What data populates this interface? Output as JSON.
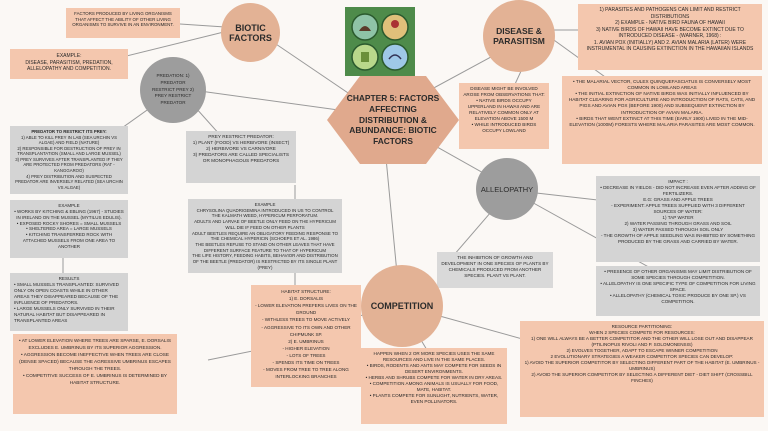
{
  "center": {
    "title": "CHAPTER 5: FACTORS AFFECTING DISTRIBUTION & ABUNDANCE: BIOTIC FACTORS"
  },
  "nodes": {
    "biotic": "BIOTIC FACTORS",
    "disease": "DISEASE & PARASITISM",
    "predation": "PREDATION: 1) PREDATOR RESTRICT PREY 2) PREY RESTRICT PREDATOR",
    "allelopathy": "ALLELOPATHY",
    "competition": "COMPETITION"
  },
  "biotic_def": "FACTORS PRODUCED BY LIVING ORGANISMS THAT AFFECT THE ABILITY OF OTHER LIVING ORGANISMS TO SURVIVE IN AN ENVIRONMENT.",
  "biotic_example": [
    "EXAMPLE:",
    "DISEASE, PARASITISM, PREDATION, ALLELOPATHY AND COMPETITION."
  ],
  "disease_top": [
    "1) PARASITES AND PATHOGENS CAN LIMIT AND RESTRICT DISTRIBUTIONS",
    "2) EXAMPLE - NATIVE BIRD FAUNA OF HAWAII",
    "3) NATIVE BIRDS OF HAWAII HAVE BECOME EXTINCT DUE TO INTRODUCED DISEASE - (WARNER, 1968) :",
    "1. AVIAN POX (INITIALLY) AND 2. AVIAN MALARIA (LATER) WERE INSTRUMENTAL IN CAUSING EXTINCTION IN THE HAWAIIAN ISLANDS"
  ],
  "disease_mid": [
    "DISEASE MIGHT BE INVOLVED AROSE FROM OBSERVATIONS THAT:",
    "• NATIVE BIRDS OCCUPY UPPERLAND IN HAWAII AND ARE RELATIVELY COMMON ONLY AT ELEVATION ABOVE 1500 M",
    "• WHILE INTRODUCED BIRDS OCCUPY LOWLAND"
  ],
  "disease_right": [
    "• THE MALARIAL VECTOR, CULEX QUINQUEFASCIATUS IS CONVERSELY MOST COMMON IN LOWLAND AREAS",
    "• THE INITIAL EXTINCTION OF NATIVE BIRDS WAS INITIALLY INFLUENCED BY HABITAT CLEARING FOR AGRICULTURE AND INTRODUCTION OF RATS, CATS, AND PIGS AND AVIAN POX (BEFORE 1900) AND SUBSEQUENT EXTINCTION BY INTRODUCTION OF AVIAN MALARIA.",
    "• BIRDS THAT WENT EXTINCT AT THIS TIME (EARLY 1900) LIVED IN THE MID-ELEVATION (1000M) FORESTS WHERE MALARIA PARASITES ARE MOST COMMON."
  ],
  "pred_left": [
    "PREDATOR TO RESTRICT ITS PREY:",
    "1) ABLE TO KILL PREY IN LAB (SEA URCHIN VS ALGAE) AND FIELD (NATURE)",
    "2) RESPONSIBLE FOR DESTRUCTION OF PREY IN TRANSPLANTATION (SMALL AND LARGE MUSSEL)",
    "3) PREY SURVIVES AFTER TRANSPLANTED IF THEY ARE PROTECTED FROM PREDATORS (RAT - KANGGAROO)",
    "4) PREY DISTRIBUTION AND SUSPECTED PREDATOR ARE INVERSELY RELATED (SEA URCHIN VS ALGAE)"
  ],
  "pred_left_example": [
    "EXAMPLE",
    "• WORKS BY KITCHING & EBLING (1967) - STUDIES IN IRELAND ON THE MUSSEL (MYTILUS EDULIS).",
    "• EXPOSED ROCKY SHORES = SMALL MUSSELS",
    "• SHELTERED AREA = LARGE MUSSELS",
    "• KITCHING TRANSFERRED ROCK WITH ATTACHED MUSSELS FROM ONE AREA TO ANOTHER"
  ],
  "pred_left_results": [
    "RESULTS",
    "• SMALL MUSSELS TRANSPLANTED: SURVIVED ONLY ON OPEN COASTS WHILE IN OTHER AREAS THEY DISAPPEARED BECAUSE OF THE INFLUENCE OF PREDATORS.",
    "• LARGE MUSSELS ONLY SURVIVED IN THEIR NATURAL HABITAT BUT DISAPPEARED IN TRANSPLANTED AREAS"
  ],
  "pred_right": [
    "PREY RESTRICT PREDATOR:",
    "1) PLANT (FOOD) VS HERBIVORE (INSECT)",
    "2) HERBIVORE VS CARNIVORE",
    "3) PREDATORS ARE CALLED SPECIALISTS OR MONOPHAGOUS PREDATORS"
  ],
  "pred_right_example": [
    "EXAMPLE",
    "CHRYSOLINA QUADRIGEMINA INTRODUCED IN US TO CONTROL THE KALMATH WEED, HYPERICUM PERFORATUM.",
    "ADULTS AND LARVAE OF BEETLE ONLY FEED ON THE HYPERICUM WILL DIE IF FEED ON OTHER PLANTS",
    "ADULT BEETLES REQUIRE AN OBLIGATORY FEEDING RESPONSE TO THE CHEMICAL HYPERICIN (SCHOEPS ET AL. 1986)",
    "THE BEETLES REFUSE TO STAND ON OTHER LEAVES THAT HAVE DIFFERENT SURFACE FEATURE TO THAT OF HYPERICUM",
    "THE LIFE HISTORY, FEEDING HABITS, BEHAVIOR AND DISTRIBUTION OF THE BEETLE (PREDATOR) IS RESTRICTED BY ITS SINGLE PLANT (PREY)"
  ],
  "allelo_def": "THE INHIBITION OF GROWTH AND DEVELOPMENT IN ONE SPECIES OF PLANTS BY CHEMICALS PRODUCED FROM ANOTHER SPECIES. PLANT VS PLANT.",
  "allelo_impact": [
    "IMPACT :",
    "• DECREASE IN YIELDS - DID NOT INCREASE EVEN AFTER ADDING OF FERTILIZERS.",
    "E.G: GRASS AND APPLE TREES",
    "- EXPERIMENT: APPLE TREES SUPPLIED WITH 3 DIFFERENT SOURCES OF WATER:",
    "1) TAP WATER",
    "2) WATER PASSING THROUGH GRASS AND SOIL",
    "3) WATER PASSED THROUGH SOIL ONLY",
    "- THE GROWTH OF APPLE SEEDLING WAS INHIBITED BY SOMETHING PRODUCED BY THE GRASS AND CARRIED BY WATER."
  ],
  "allelo_more": [
    "• PRESENCE OF OTHER ORGANISMS MAY LIMIT DISTRIBUTION OF SOME SPECIES THROUGH COMPETITION.",
    "• ALLELOPATHY IS ONE SPECIFIC TYPE OF COMPETITION FOR LIVING SPACE.",
    "• ALLELOPATHY (CHEMICAL TOXIC PRODUCE BY ONE SP.) VS COMPETITION."
  ],
  "habitat": [
    "HABITAT STRUCTURE:",
    "1) E. DORSALIS",
    "- LOWER ELEVATION PREFERS LIVES ON THE GROUND",
    "- WITHLESS TREES TO MOVE ACTIVELY",
    "- AGGRESSIVE TO ITS OWN AND OTHER CHIPMUNK SP.",
    "2) E. UMBRINUS",
    "- HIGHER ELEVATION",
    "- LOTS OF TREES",
    "- SPENDS ITS TIME ON TREES",
    "- MOVES FROM TREE TO TREE ALONG INTERLOCKING BRANCHES"
  ],
  "chipmunk": [
    "• AT LOWER ELEVATION WHERE TREES ARE SPARSE, E. DORSALIS EXCLUDES E. UMBRINUS BY ITS SUPERIOR AGGRESSION.",
    "• AGGRESSION BECOME INEFFECTIVE WHEN TREES ARE CLOSE (DENSE SPACED) BECAUSE THE AGRESSIVE UMBRINUS ESCAPES THROUGH THE TREES.",
    "• COMPETITIVE SUCCESS OF E. UMBRINUS IS DETERMINED BY HABITAT STRUCTURE."
  ],
  "comp_def": [
    "HAPPEN WHEN 2 OR MORE SPECIES USES THE SAME RESOURCES AND LIVE IN THE SAME PLACES.",
    "• BIRDS, RODENTS AND ANTS MAY COMPETE FOR SEEDS IN DESERT ENVIRONMENTS.",
    "• HERBS AND SHRUBS COMPETE FOR WATER IN DRY AREAS.",
    "• COMPETITION AMONG ANIMALS IS USUALLY FOR FOOD, MATE, HABITAT.",
    "• PLANTS COMPETE FOR SUNLIGHT, NUTRIENTS, WATER, EVEN POLLINATORS."
  ],
  "resource": [
    "RESOURCE PARTITIONING:",
    "WHEN 2 SPECIES COMPETE FOR RESOURCES:",
    "1) ONE WILL ALWAYS BE A BETTER COMPETITOR AND THE OTHER WILL LOSE OUT AND DISAPPEAR (PTILINOPUS RIVOLI AND P. SOLOMONENSIS)",
    "2) EVOLVES TOGETHER, ADAPT TO ESCAPE WINNER COMPETITION",
    "2 EVOLUTIONARY STRATEGIES A WEAKER COMPETITOR SPECIES CAN DEVELOP:",
    "1) AVOID THE SUPERIOR COMPETITOR BY SELECTING DIFFERENT PART OF THE HABITAT (E. UMBRINUS - UMBRINUS)",
    "2) AVOID THE SUPERIOR COMPETITOR BY SELECTING A DIFFERENT DIET - DIET SHIFT (CROSSBILL FINCHES)"
  ],
  "colors": {
    "peach": "#f4c7ae",
    "peach_circle": "#e3b295",
    "grey": "#d4d4d4",
    "grey_circle": "#9d9d9d",
    "hex": "#e0a98d"
  },
  "image": {
    "icon": "ecosystem-illustration"
  }
}
